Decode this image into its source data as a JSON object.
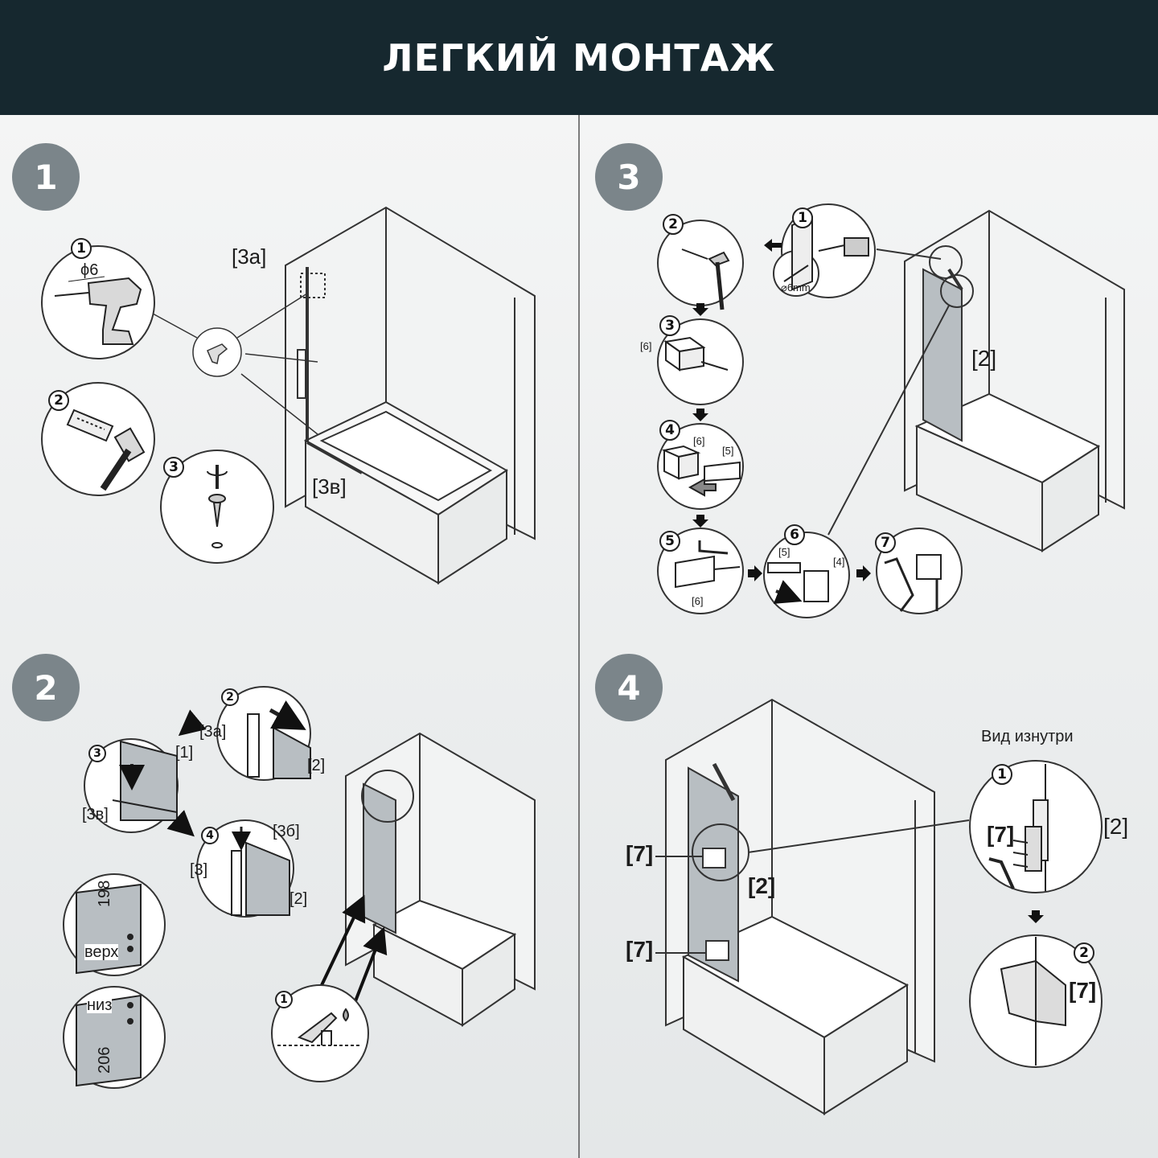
{
  "header": {
    "title": "ЛЕГКИЙ МОНТАЖ"
  },
  "colors": {
    "header_bg": "#16282f",
    "badge": "#7b858a",
    "glass": "#b8bec2"
  },
  "steps": [
    {
      "number": "1"
    },
    {
      "number": "2"
    },
    {
      "number": "3"
    },
    {
      "number": "4"
    }
  ],
  "step1": {
    "sub1": "1",
    "sub2": "2",
    "sub3": "3",
    "drill_size": "ϕ6",
    "label_3a": "[3а]",
    "label_3v": "[3в]"
  },
  "step2": {
    "sub1": "1",
    "sub2": "2",
    "sub3": "3",
    "sub4": "4",
    "label_3a": "[3а]",
    "label_2a": "[2]",
    "label_1": "[1]",
    "label_3v": "[3в]",
    "label_3b": "[3б]",
    "label_3": "[3]",
    "label_2b": "[2]",
    "dim_top": "198",
    "top_word": "верх",
    "bottom_word": "низ",
    "dim_bottom": "206"
  },
  "step3": {
    "sub1": "1",
    "sub2": "2",
    "sub3": "3",
    "sub4": "4",
    "sub5": "5",
    "sub6": "6",
    "sub7": "7",
    "drill_size": "⌀6mm",
    "label_6a": "[6]",
    "label_6b": "[6]",
    "label_5a": "[5]",
    "label_6c": "[6]",
    "label_5b": "[5]",
    "label_4": "[4]",
    "label_2": "[2]"
  },
  "step4": {
    "inside_view": "Вид изнутри",
    "sub1": "1",
    "sub2": "2",
    "label_7_top": "[7]",
    "label_2_main": "[2]",
    "label_7_bottom": "[7]",
    "label_7_detail": "[7]",
    "label_2_detail": "[2]",
    "label_7_detail2": "[7]"
  }
}
